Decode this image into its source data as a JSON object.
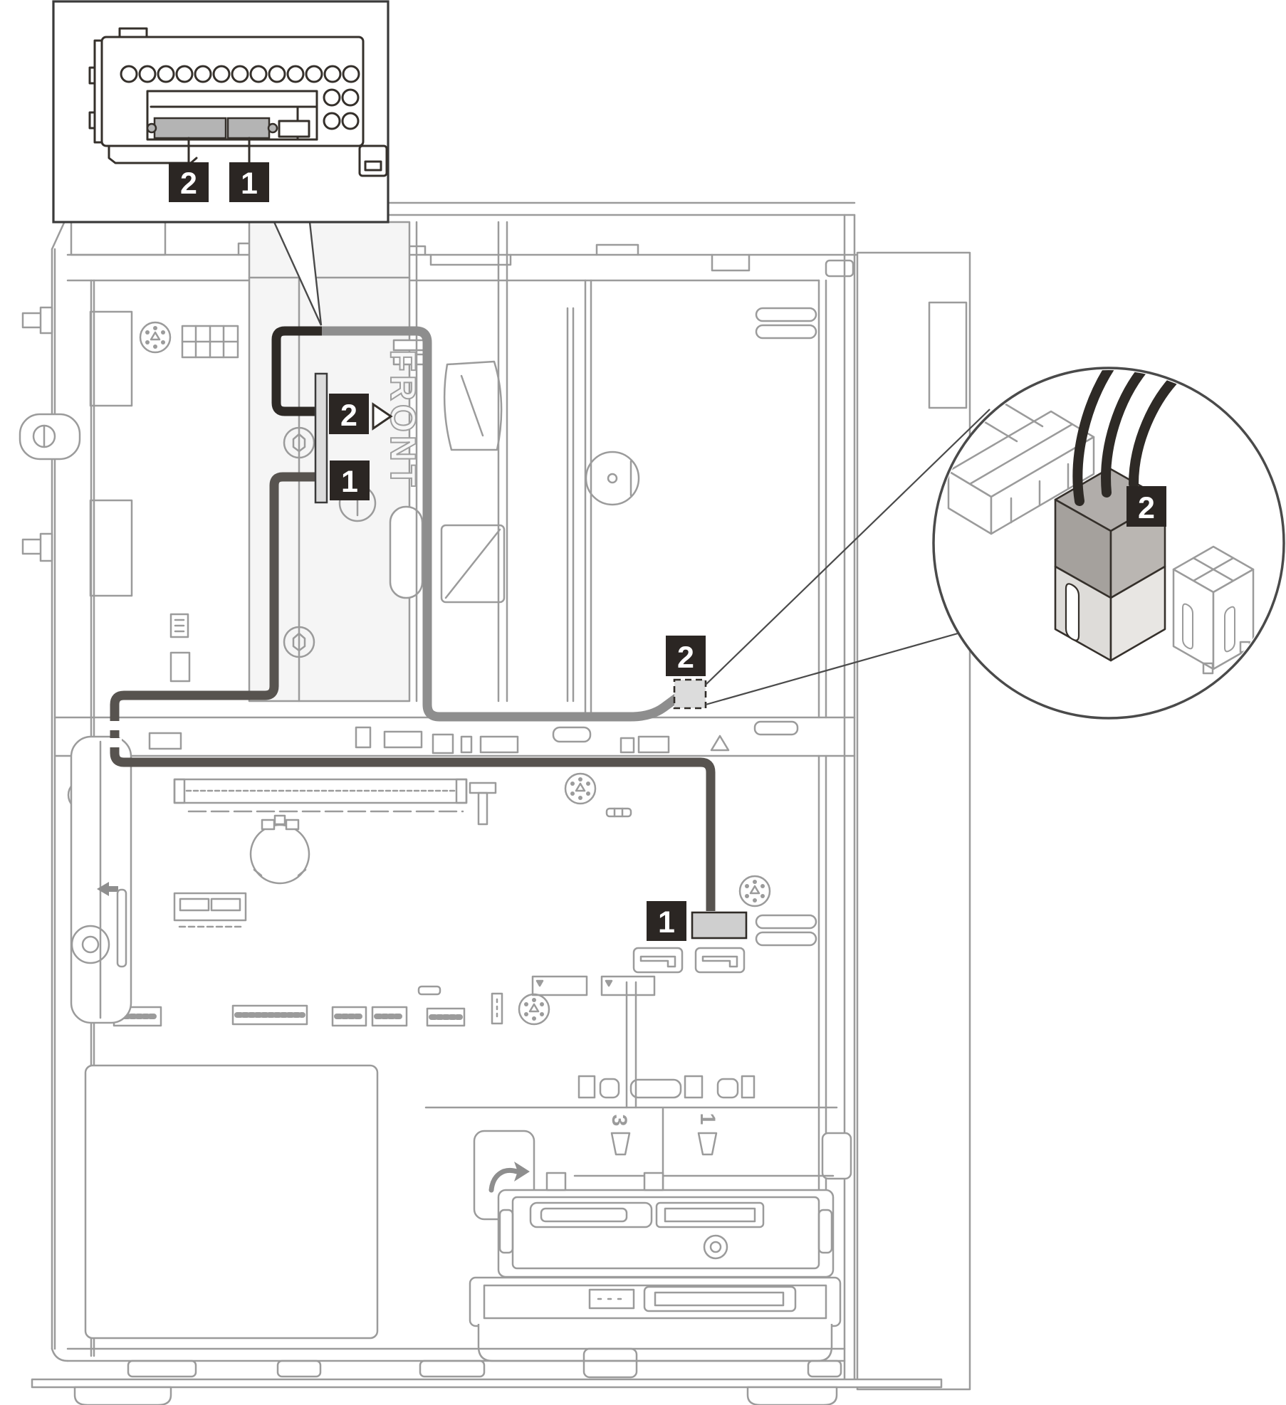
{
  "figure": {
    "kind": "hardware-cable-routing-diagram",
    "colors": {
      "chassis_line": "#9b9b9b",
      "dark_line": "#35302b",
      "callout_square_bg": "#2b2623",
      "callout_text": "#ffffff",
      "black_cable": "#2e2a26",
      "dark_gray_cable": "#57534f",
      "gray_cable": "#8e8e8e",
      "connector_fill": "#b4b4b4",
      "interposer_fill": "#dcdcdc"
    }
  },
  "inset_optical_drive": {
    "power_callout": "2",
    "signal_callout": "1"
  },
  "chassis": {
    "front_text": "FRONT",
    "odd_power_cable_callout": "2",
    "odd_signal_cable_callout": "1",
    "power_connector_callout": "2",
    "sata_connector_callout": "1",
    "bay_labels": [
      "3",
      "1"
    ]
  },
  "magnifier_inset": {
    "power_plug_callout": "2"
  }
}
